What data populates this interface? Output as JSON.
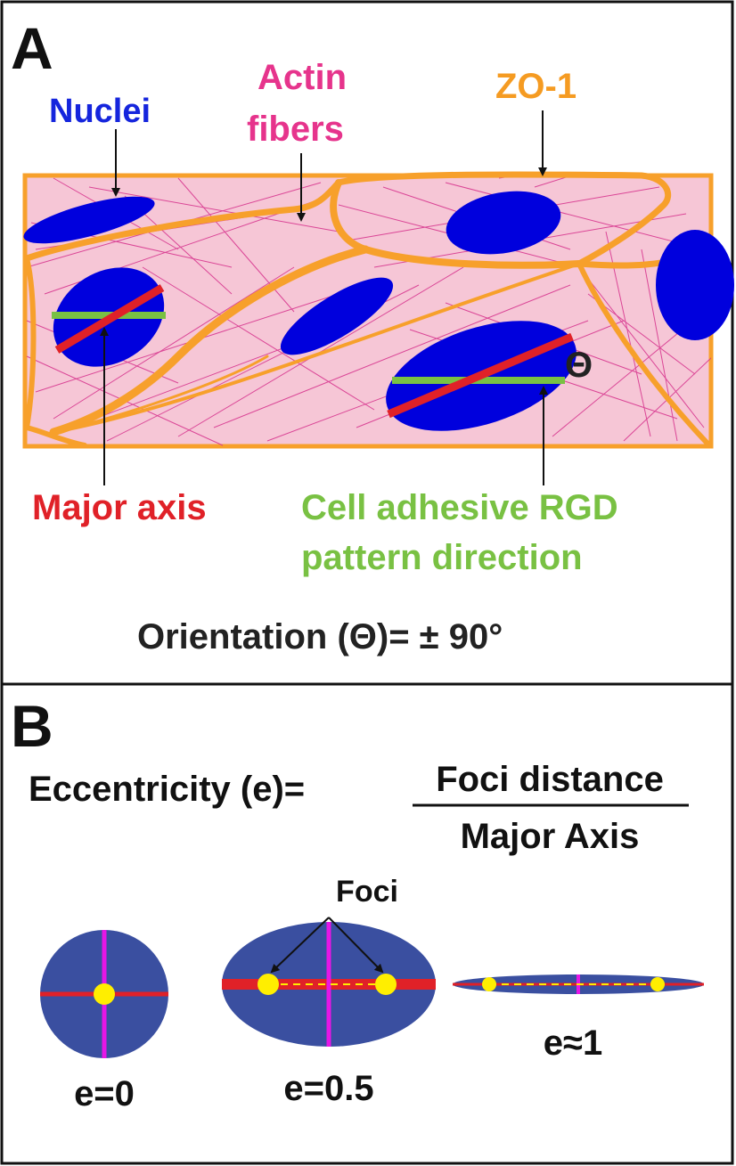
{
  "panel_a": {
    "letter": "A",
    "labels": {
      "nuclei": "Nuclei",
      "actin_line1": "Actin",
      "actin_line2": "fibers",
      "zo1": "ZO-1",
      "theta": "Θ",
      "major_axis": "Major axis",
      "rgd_line1": "Cell adhesive RGD",
      "rgd_line2": "pattern direction",
      "orientation": "Orientation (Θ)= ± 90°"
    }
  },
  "panel_b": {
    "letter": "B",
    "eccentricity_label": "Eccentricity (e)=",
    "numerator": "Foci distance",
    "denominator": "Major Axis",
    "foci_label": "Foci",
    "examples": [
      "e=0",
      "e=0.5",
      "e≈1"
    ]
  },
  "colors": {
    "nucleus": "#0000dd",
    "zo1": "#f7a02b",
    "actin": "#d6308c",
    "cell_fill": "#f6c6d6",
    "major_axis": "#e02128",
    "rgd": "#79c143",
    "ellipse_fill": "#3a4fa0",
    "minor_axis": "#e616e6",
    "foci": "#ffee00",
    "text": "#222222",
    "nuclei_label": "#1525dd",
    "actin_label": "#e6348c",
    "zo1_label": "#f59b22"
  }
}
